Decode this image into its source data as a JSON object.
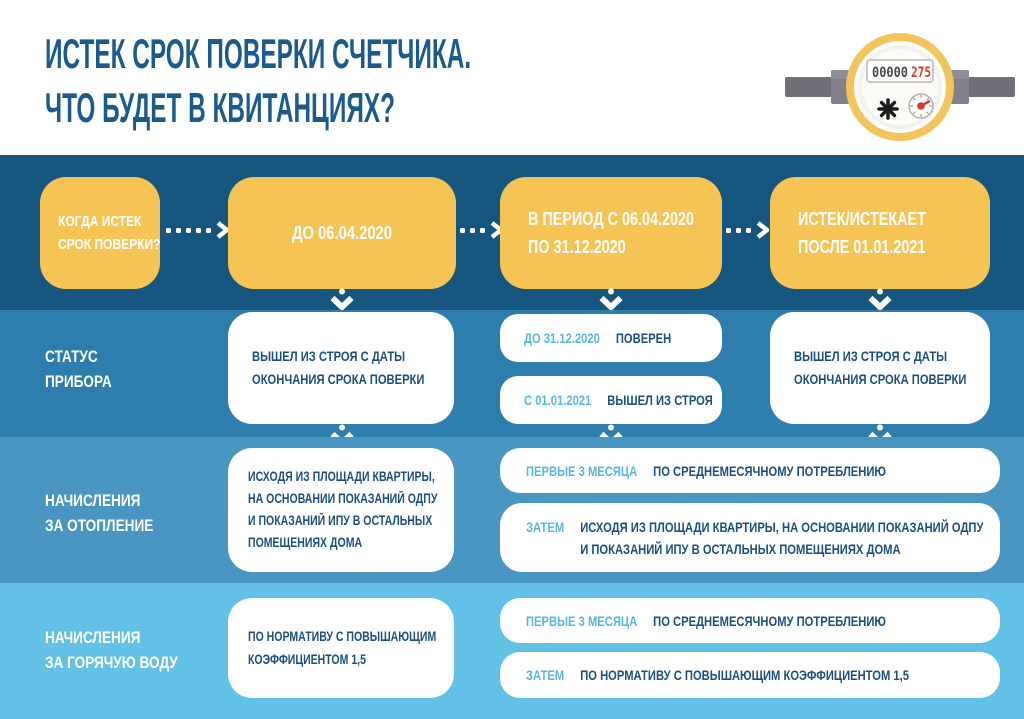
{
  "header": {
    "title_line1": "ИСТЕК СРОК ПОВЕРКИ СЧЕТЧИКА.",
    "title_line2": "ЧТО БУДЕТ В КВИТАНЦИЯХ?",
    "meter": {
      "reading_black": "00000",
      "reading_red": "275"
    }
  },
  "flow": {
    "question_line1": "КОГДА ИСТЕК",
    "question_line2": "СРОК ПОВЕРКИ?",
    "period1": "ДО 06.04.2020",
    "period2_line1": "В ПЕРИОД С 06.04.2020",
    "period2_line2": "ПО 31.12.2020",
    "period3_line1": "ИСТЕК/ИСТЕКАЕТ",
    "period3_line2": "ПОСЛЕ 01.01.2021"
  },
  "status": {
    "label_line1": "СТАТУС",
    "label_line2": "ПРИБОРА",
    "col1_line1": "ВЫШЕЛ ИЗ СТРОЯ С ДАТЫ",
    "col1_line2": "ОКОНЧАНИЯ СРОКА ПОВЕРКИ",
    "mid1_tag": "ДО 31.12.2020",
    "mid1_text": "ПОВЕРЕН",
    "mid2_tag": "С 01.01.2021",
    "mid2_text": "ВЫШЕЛ ИЗ СТРОЯ",
    "col3_line1": "ВЫШЕЛ ИЗ СТРОЯ С ДАТЫ",
    "col3_line2": "ОКОНЧАНИЯ СРОКА ПОВЕРКИ"
  },
  "heating": {
    "label_line1": "НАЧИСЛЕНИЯ",
    "label_line2": "ЗА ОТОПЛЕНИЕ",
    "col1_line1": "ИСХОДЯ ИЗ ПЛОЩАДИ КВАРТИРЫ,",
    "col1_line2": "НА ОСНОВАНИИ ПОКАЗАНИЙ ОДПУ",
    "col1_line3": "И ПОКАЗАНИЙ ИПУ В ОСТАЛЬНЫХ",
    "col1_line4": "ПОМЕЩЕНИЯХ ДОМА",
    "wide1_tag": "ПЕРВЫЕ 3 МЕСЯЦА",
    "wide1_text": "ПО СРЕДНЕМЕСЯЧНОМУ ПОТРЕБЛЕНИЮ",
    "wide2_tag": "ЗАТЕМ",
    "wide2_line1": "ИСХОДЯ ИЗ ПЛОЩАДИ КВАРТИРЫ, НА ОСНОВАНИИ ПОКАЗАНИЙ ОДПУ",
    "wide2_line2": "И ПОКАЗАНИЙ ИПУ В ОСТАЛЬНЫХ ПОМЕЩЕНИЯХ ДОМА"
  },
  "hot_water": {
    "label_line1": "НАЧИСЛЕНИЯ",
    "label_line2": "ЗА ГОРЯЧУЮ ВОДУ",
    "col1_line1": "ПО НОРМАТИВУ С ПОВЫШАЮЩИМ",
    "col1_line2": "КОЭФФИЦИЕНТОМ 1,5",
    "wide1_tag": "ПЕРВЫЕ 3 МЕСЯЦА",
    "wide1_text": "ПО СРЕДНЕМЕСЯЧНОМУ ПОТРЕБЛЕНИЮ",
    "wide2_tag": "ЗАТЕМ",
    "wide2_text": "ПО НОРМАТИВУ С ПОВЫШАЮЩИМ КОЭФФИЦИЕНТОМ 1,5"
  },
  "colors": {
    "title_blue": "#1b5b8c",
    "band_dark": "#16567e",
    "band_medium": "#2e7ead",
    "band_light": "#4a96c2",
    "band_lighter": "#63c1e7",
    "accent_yellow": "#f6c355",
    "text_navy": "#1b4f7e",
    "text_light_blue": "#56b6e2",
    "meter_red": "#d63a2e"
  }
}
